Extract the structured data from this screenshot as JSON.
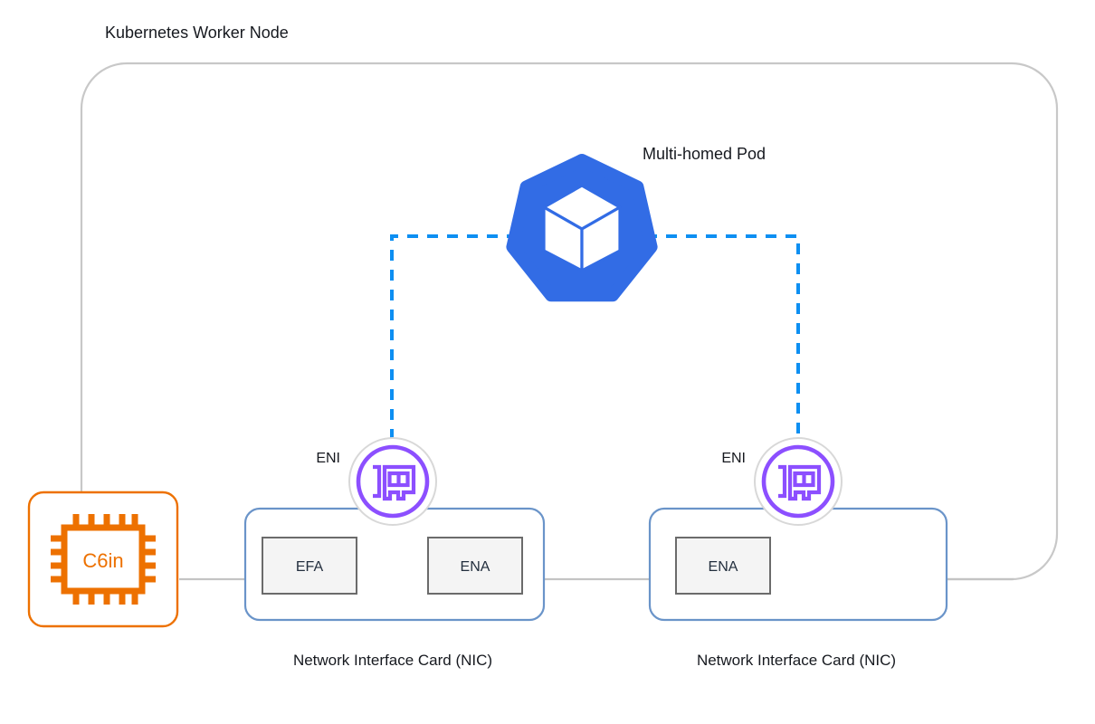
{
  "diagram": {
    "title": "Kubernetes Worker Node",
    "node_container": {
      "label": "Kubernetes Worker Node",
      "border_color": "#c8c8c8"
    },
    "pod": {
      "label": "Multi-homed Pod",
      "icon": "kubernetes-logo-icon",
      "color": "#326CE5"
    },
    "connections": {
      "link_color": "#0d8ff2",
      "wire_color": "#c4c4c4",
      "style": "dashed"
    },
    "compute": {
      "label": "C6in",
      "icon": "cpu-chip-icon",
      "color": "#ED7100"
    },
    "enis": [
      {
        "label": "ENI",
        "icon": "network-interface-card-icon",
        "color": "#8C4FFF"
      },
      {
        "label": "ENI",
        "icon": "network-interface-card-icon",
        "color": "#8C4FFF"
      }
    ],
    "nics": [
      {
        "label": "Network Interface Card (NIC)",
        "border_color": "#6a94c9",
        "adapters": [
          {
            "label": "EFA"
          },
          {
            "label": "ENA"
          }
        ]
      },
      {
        "label": "Network Interface Card (NIC)",
        "border_color": "#6a94c9",
        "adapters": [
          {
            "label": "ENA"
          }
        ]
      }
    ]
  }
}
